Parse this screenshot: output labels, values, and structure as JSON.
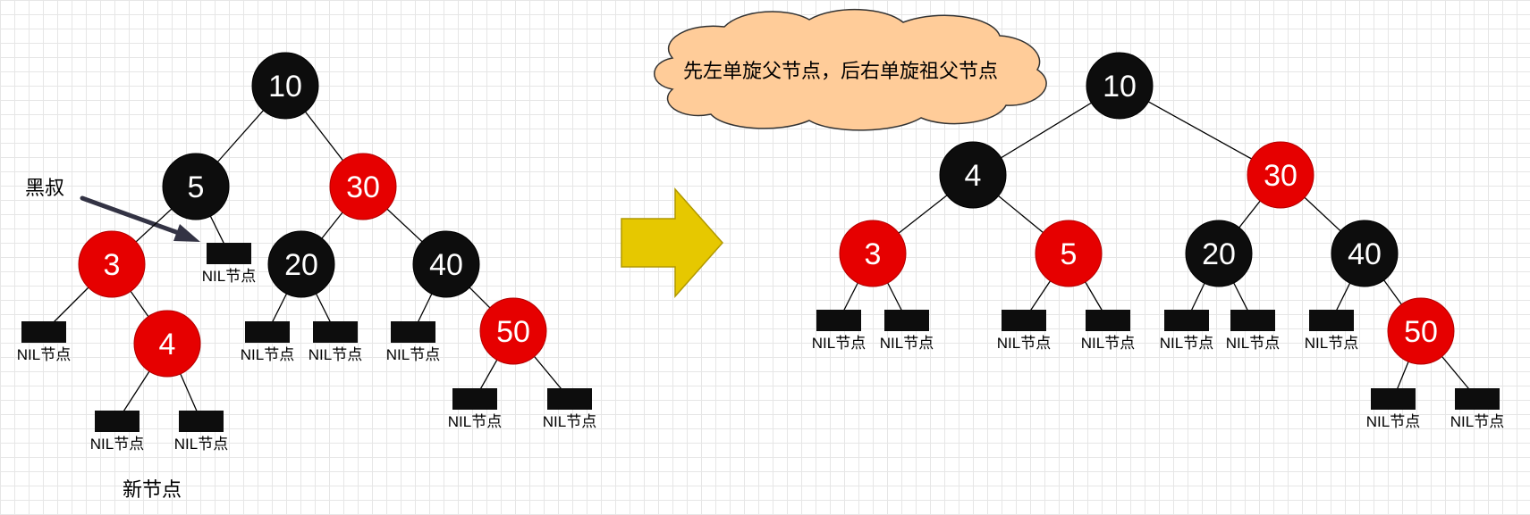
{
  "colors": {
    "red": "#e60000",
    "black": "#0d0d0d",
    "edge": "#000000",
    "nil": "#0d0d0d",
    "arrow_fill": "#e6c800",
    "arrow_stroke": "#b09800",
    "cloud_fill": "#ffcc99",
    "cloud_stroke": "#333333",
    "pointer": "#333344"
  },
  "annotations": {
    "black_uncle": "黑叔",
    "new_node": "新节点",
    "cloud_text": "先左单旋父节点，后右单旋祖父节点"
  },
  "nil_label": "NIL节点",
  "before": {
    "nodes": [
      {
        "id": "b10",
        "label": "10",
        "color": "black"
      },
      {
        "id": "b5",
        "label": "5",
        "color": "black"
      },
      {
        "id": "b30",
        "label": "30",
        "color": "red"
      },
      {
        "id": "b3",
        "label": "3",
        "color": "red"
      },
      {
        "id": "b4",
        "label": "4",
        "color": "red"
      },
      {
        "id": "b20",
        "label": "20",
        "color": "black"
      },
      {
        "id": "b40",
        "label": "40",
        "color": "black"
      },
      {
        "id": "b50",
        "label": "50",
        "color": "red"
      }
    ],
    "nils": [
      "bn5r",
      "bn3l",
      "bn4l",
      "bn4r",
      "bn20l",
      "bn20r",
      "bn40l",
      "bn50l",
      "bn50r"
    ],
    "edges": [
      [
        "b10",
        "b5"
      ],
      [
        "b10",
        "b30"
      ],
      [
        "b5",
        "b3"
      ],
      [
        "b5",
        "bn5r"
      ],
      [
        "b3",
        "bn3l"
      ],
      [
        "b3",
        "b4"
      ],
      [
        "b4",
        "bn4l"
      ],
      [
        "b4",
        "bn4r"
      ],
      [
        "b30",
        "b20"
      ],
      [
        "b30",
        "b40"
      ],
      [
        "b20",
        "bn20l"
      ],
      [
        "b20",
        "bn20r"
      ],
      [
        "b40",
        "bn40l"
      ],
      [
        "b40",
        "b50"
      ],
      [
        "b50",
        "bn50l"
      ],
      [
        "b50",
        "bn50r"
      ]
    ]
  },
  "after": {
    "nodes": [
      {
        "id": "a10",
        "label": "10",
        "color": "black"
      },
      {
        "id": "a4",
        "label": "4",
        "color": "black"
      },
      {
        "id": "a30",
        "label": "30",
        "color": "red"
      },
      {
        "id": "a3",
        "label": "3",
        "color": "red"
      },
      {
        "id": "a5",
        "label": "5",
        "color": "red"
      },
      {
        "id": "a20",
        "label": "20",
        "color": "black"
      },
      {
        "id": "a40",
        "label": "40",
        "color": "black"
      },
      {
        "id": "a50",
        "label": "50",
        "color": "red"
      }
    ],
    "nils": [
      "an3l",
      "an3r",
      "an5l",
      "an5r",
      "an20l",
      "an20r",
      "an40l",
      "an50l",
      "an50r"
    ],
    "edges": [
      [
        "a10",
        "a4"
      ],
      [
        "a10",
        "a30"
      ],
      [
        "a4",
        "a3"
      ],
      [
        "a4",
        "a5"
      ],
      [
        "a3",
        "an3l"
      ],
      [
        "a3",
        "an3r"
      ],
      [
        "a5",
        "an5l"
      ],
      [
        "a5",
        "an5r"
      ],
      [
        "a30",
        "a20"
      ],
      [
        "a30",
        "a40"
      ],
      [
        "a20",
        "an20l"
      ],
      [
        "a20",
        "an20r"
      ],
      [
        "a40",
        "an40l"
      ],
      [
        "a40",
        "a50"
      ],
      [
        "a50",
        "an50l"
      ],
      [
        "a50",
        "an50r"
      ]
    ]
  }
}
